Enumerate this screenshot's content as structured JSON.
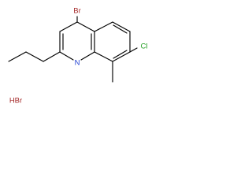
{
  "molecule": {
    "atom_labels": {
      "bromine": "Br",
      "chlorine": "Cl",
      "nitrogen": "N"
    },
    "counter_ion": "HBr",
    "colors": {
      "bond": "#000000",
      "bromine": "#a52a2a",
      "chlorine": "#1f9e1f",
      "nitrogen": "#1f3fd1",
      "counter_ion": "#a52a2a"
    }
  }
}
